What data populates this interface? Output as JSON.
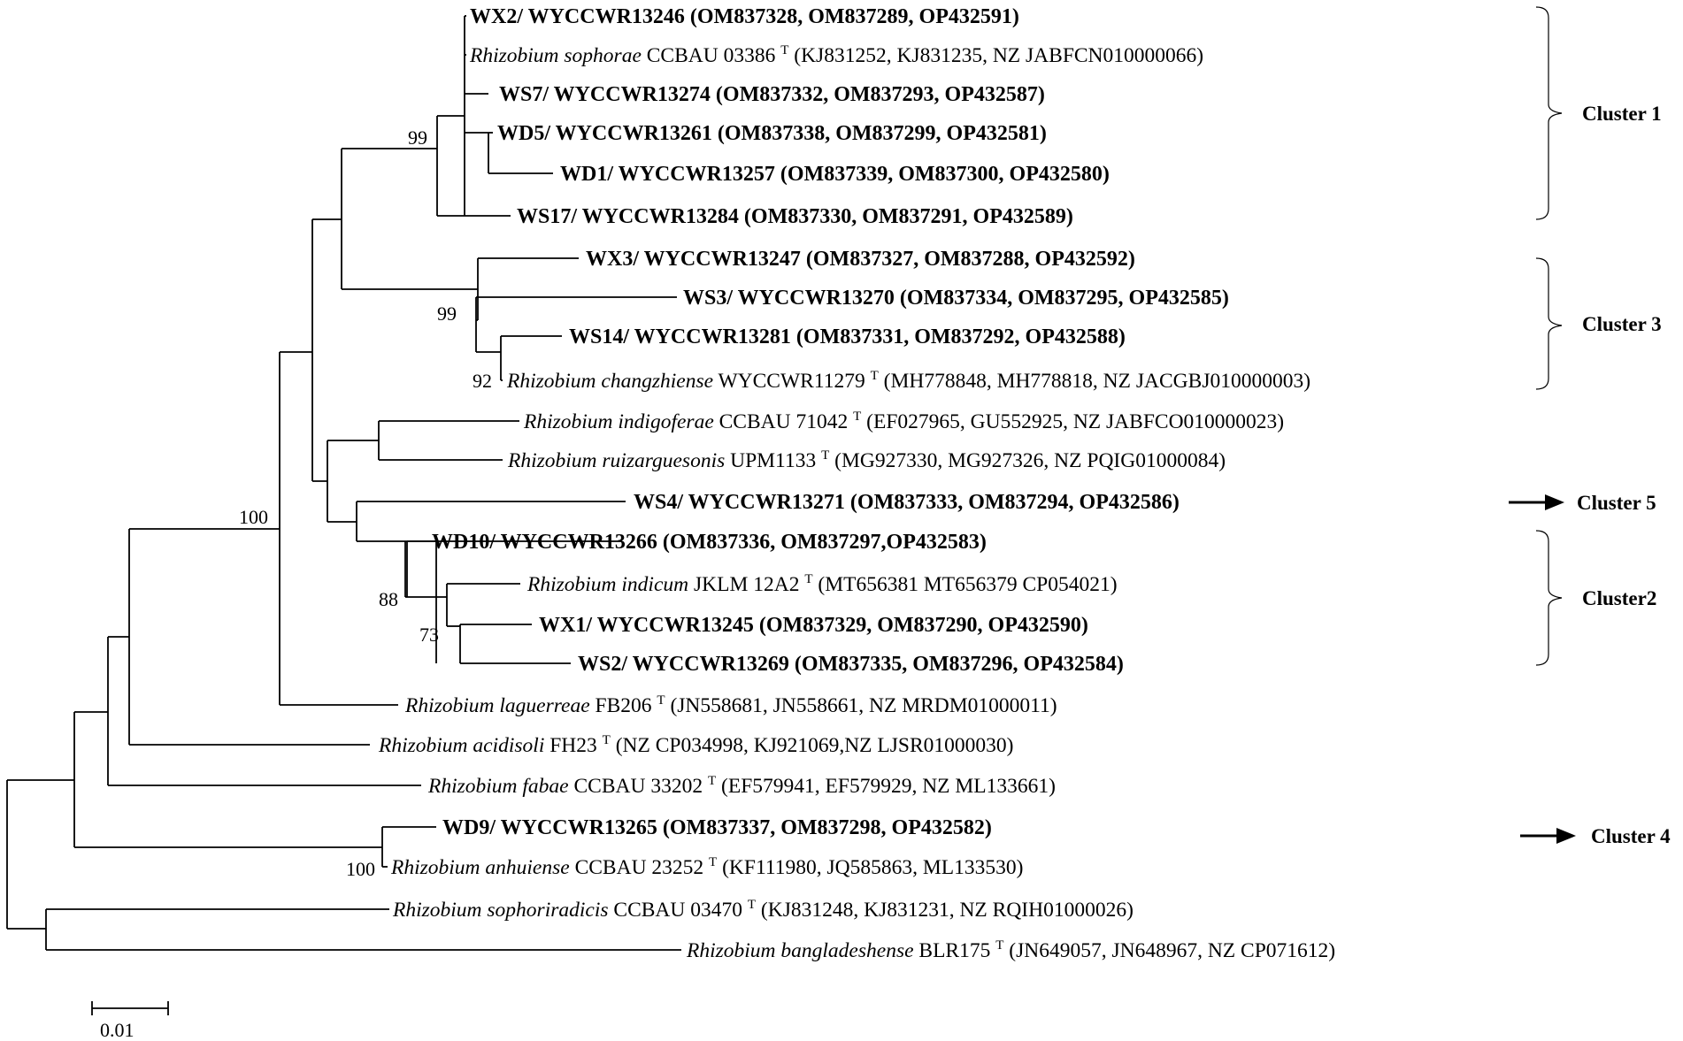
{
  "leaves": [
    {
      "id": "wx2",
      "bold": true,
      "text": "WX2/ WYCCWR13246 (OM837328, OM837289, OP432591)"
    },
    {
      "id": "sophorae",
      "bold": false,
      "italic": "Rhizobium sophorae",
      "strain": " CCBAU 03386 ",
      "sup": "T",
      "acc": " (KJ831252, KJ831235, NZ JABFCN010000066)"
    },
    {
      "id": "ws7",
      "bold": true,
      "text": "WS7/ WYCCWR13274 (OM837332, OM837293, OP432587)"
    },
    {
      "id": "wd5",
      "bold": true,
      "text": "WD5/ WYCCWR13261 (OM837338, OM837299, OP432581)"
    },
    {
      "id": "wd1",
      "bold": true,
      "text": "WD1/ WYCCWR13257 (OM837339, OM837300, OP432580)"
    },
    {
      "id": "ws17",
      "bold": true,
      "text": "WS17/ WYCCWR13284 (OM837330, OM837291, OP432589)"
    },
    {
      "id": "wx3",
      "bold": true,
      "text": "WX3/ WYCCWR13247 (OM837327, OM837288, OP432592)"
    },
    {
      "id": "ws3",
      "bold": true,
      "text": "WS3/ WYCCWR13270 (OM837334, OM837295, OP432585)"
    },
    {
      "id": "ws14",
      "bold": true,
      "text": "WS14/ WYCCWR13281 (OM837331, OM837292, OP432588)"
    },
    {
      "id": "changzhiense",
      "bold": false,
      "italic": "Rhizobium changzhiense",
      "strain": " WYCCWR11279 ",
      "sup": "T",
      "acc": " (MH778848, MH778818, NZ JACGBJ010000003)"
    },
    {
      "id": "indigoferae",
      "bold": false,
      "italic": "Rhizobium indigoferae",
      "strain": " CCBAU 71042 ",
      "sup": "T",
      "acc": " (EF027965, GU552925, NZ JABFCO010000023)"
    },
    {
      "id": "ruizarguesonis",
      "bold": false,
      "italic": "Rhizobium ruizarguesonis",
      "strain": " UPM1133 ",
      "sup": "T",
      "acc": " (MG927330, MG927326, NZ PQIG01000084)"
    },
    {
      "id": "ws4",
      "bold": true,
      "text": "WS4/ WYCCWR13271 (OM837333, OM837294, OP432586)"
    },
    {
      "id": "wd10",
      "bold": true,
      "text": "WD10/ WYCCWR13266 (OM837336, OM837297,OP432583)"
    },
    {
      "id": "indicum",
      "bold": false,
      "italic": "Rhizobium indicum",
      "strain": " JKLM 12A2 ",
      "sup": "T",
      "acc": " (MT656381 MT656379 CP054021)"
    },
    {
      "id": "wx1",
      "bold": true,
      "text": "WX1/ WYCCWR13245 (OM837329, OM837290, OP432590)"
    },
    {
      "id": "ws2",
      "bold": true,
      "text": "WS2/ WYCCWR13269 (OM837335, OM837296, OP432584)"
    },
    {
      "id": "laguerreae",
      "bold": false,
      "italic": "Rhizobium laguerreae",
      "strain": " FB206 ",
      "sup": "T",
      "acc": " (JN558681, JN558661, NZ MRDM01000011)"
    },
    {
      "id": "acidisoli",
      "bold": false,
      "italic": "Rhizobium acidisoli",
      "strain": " FH23 ",
      "sup": "T",
      "acc": " (NZ CP034998, KJ921069,NZ LJSR01000030)"
    },
    {
      "id": "fabae",
      "bold": false,
      "italic": "Rhizobium fabae",
      "strain": " CCBAU 33202 ",
      "sup": "T",
      "acc": " (EF579941, EF579929, NZ ML133661)"
    },
    {
      "id": "wd9",
      "bold": true,
      "text": "WD9/ WYCCWR13265 (OM837337, OM837298, OP432582)"
    },
    {
      "id": "anhuiense",
      "bold": false,
      "italic": "Rhizobium anhuiense",
      "strain": " CCBAU 23252 ",
      "sup": "T",
      "acc": " (KF111980, JQ585863, ML133530)"
    },
    {
      "id": "sophoriradicis",
      "bold": false,
      "italic": "Rhizobium sophoriradicis",
      "strain": " CCBAU 03470 ",
      "sup": "T",
      "acc": " (KJ831248, KJ831231, NZ RQIH01000026)"
    },
    {
      "id": "bangladeshense",
      "bold": false,
      "italic": "Rhizobium bangladeshense",
      "strain": " BLR175 ",
      "sup": "T",
      "acc": " (JN649057, JN648967, NZ CP071612)"
    }
  ],
  "bootstrap": {
    "b99a": "99",
    "b99b": "99",
    "b92": "92",
    "b100a": "100",
    "b88": "88",
    "b73": "73",
    "b100b": "100"
  },
  "clusters": {
    "c1": "Cluster 1",
    "c3": "Cluster 3",
    "c5": "Cluster 5",
    "c2": "Cluster2",
    "c4": "Cluster 4"
  },
  "scale": {
    "label": "0.01"
  }
}
